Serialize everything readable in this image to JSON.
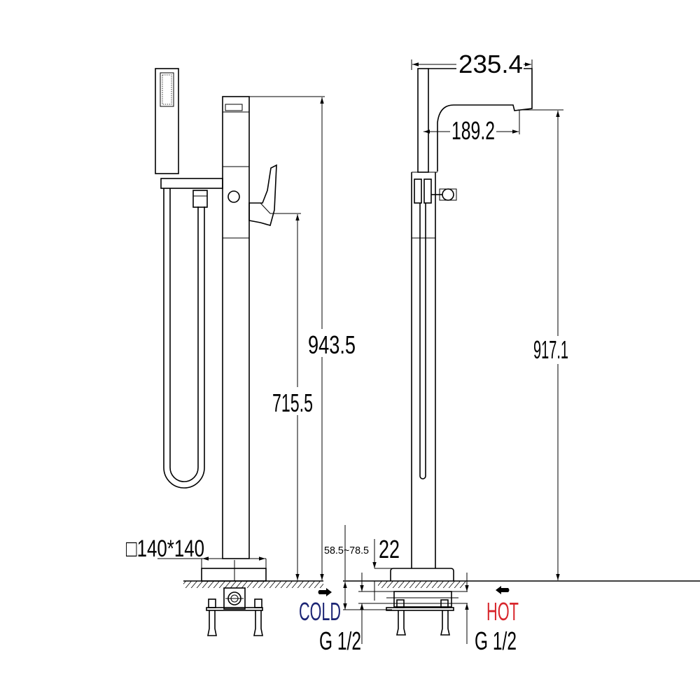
{
  "dimensions": {
    "overall_height_left": "943.5",
    "handle_height": "715.5",
    "base_size": "□140*140",
    "spout_reach": "235.4",
    "spout_outlet_reach": "189.2",
    "spout_height": "917.1",
    "floor_range": "58.5~78.5",
    "base_thickness": "22"
  },
  "labels": {
    "cold": "COLD",
    "hot": "HOT",
    "cold_thread": "G 1/2",
    "hot_thread": "G 1/2"
  },
  "colors": {
    "cold": "#1b2474",
    "hot": "#d8262c",
    "line": "#000000"
  }
}
